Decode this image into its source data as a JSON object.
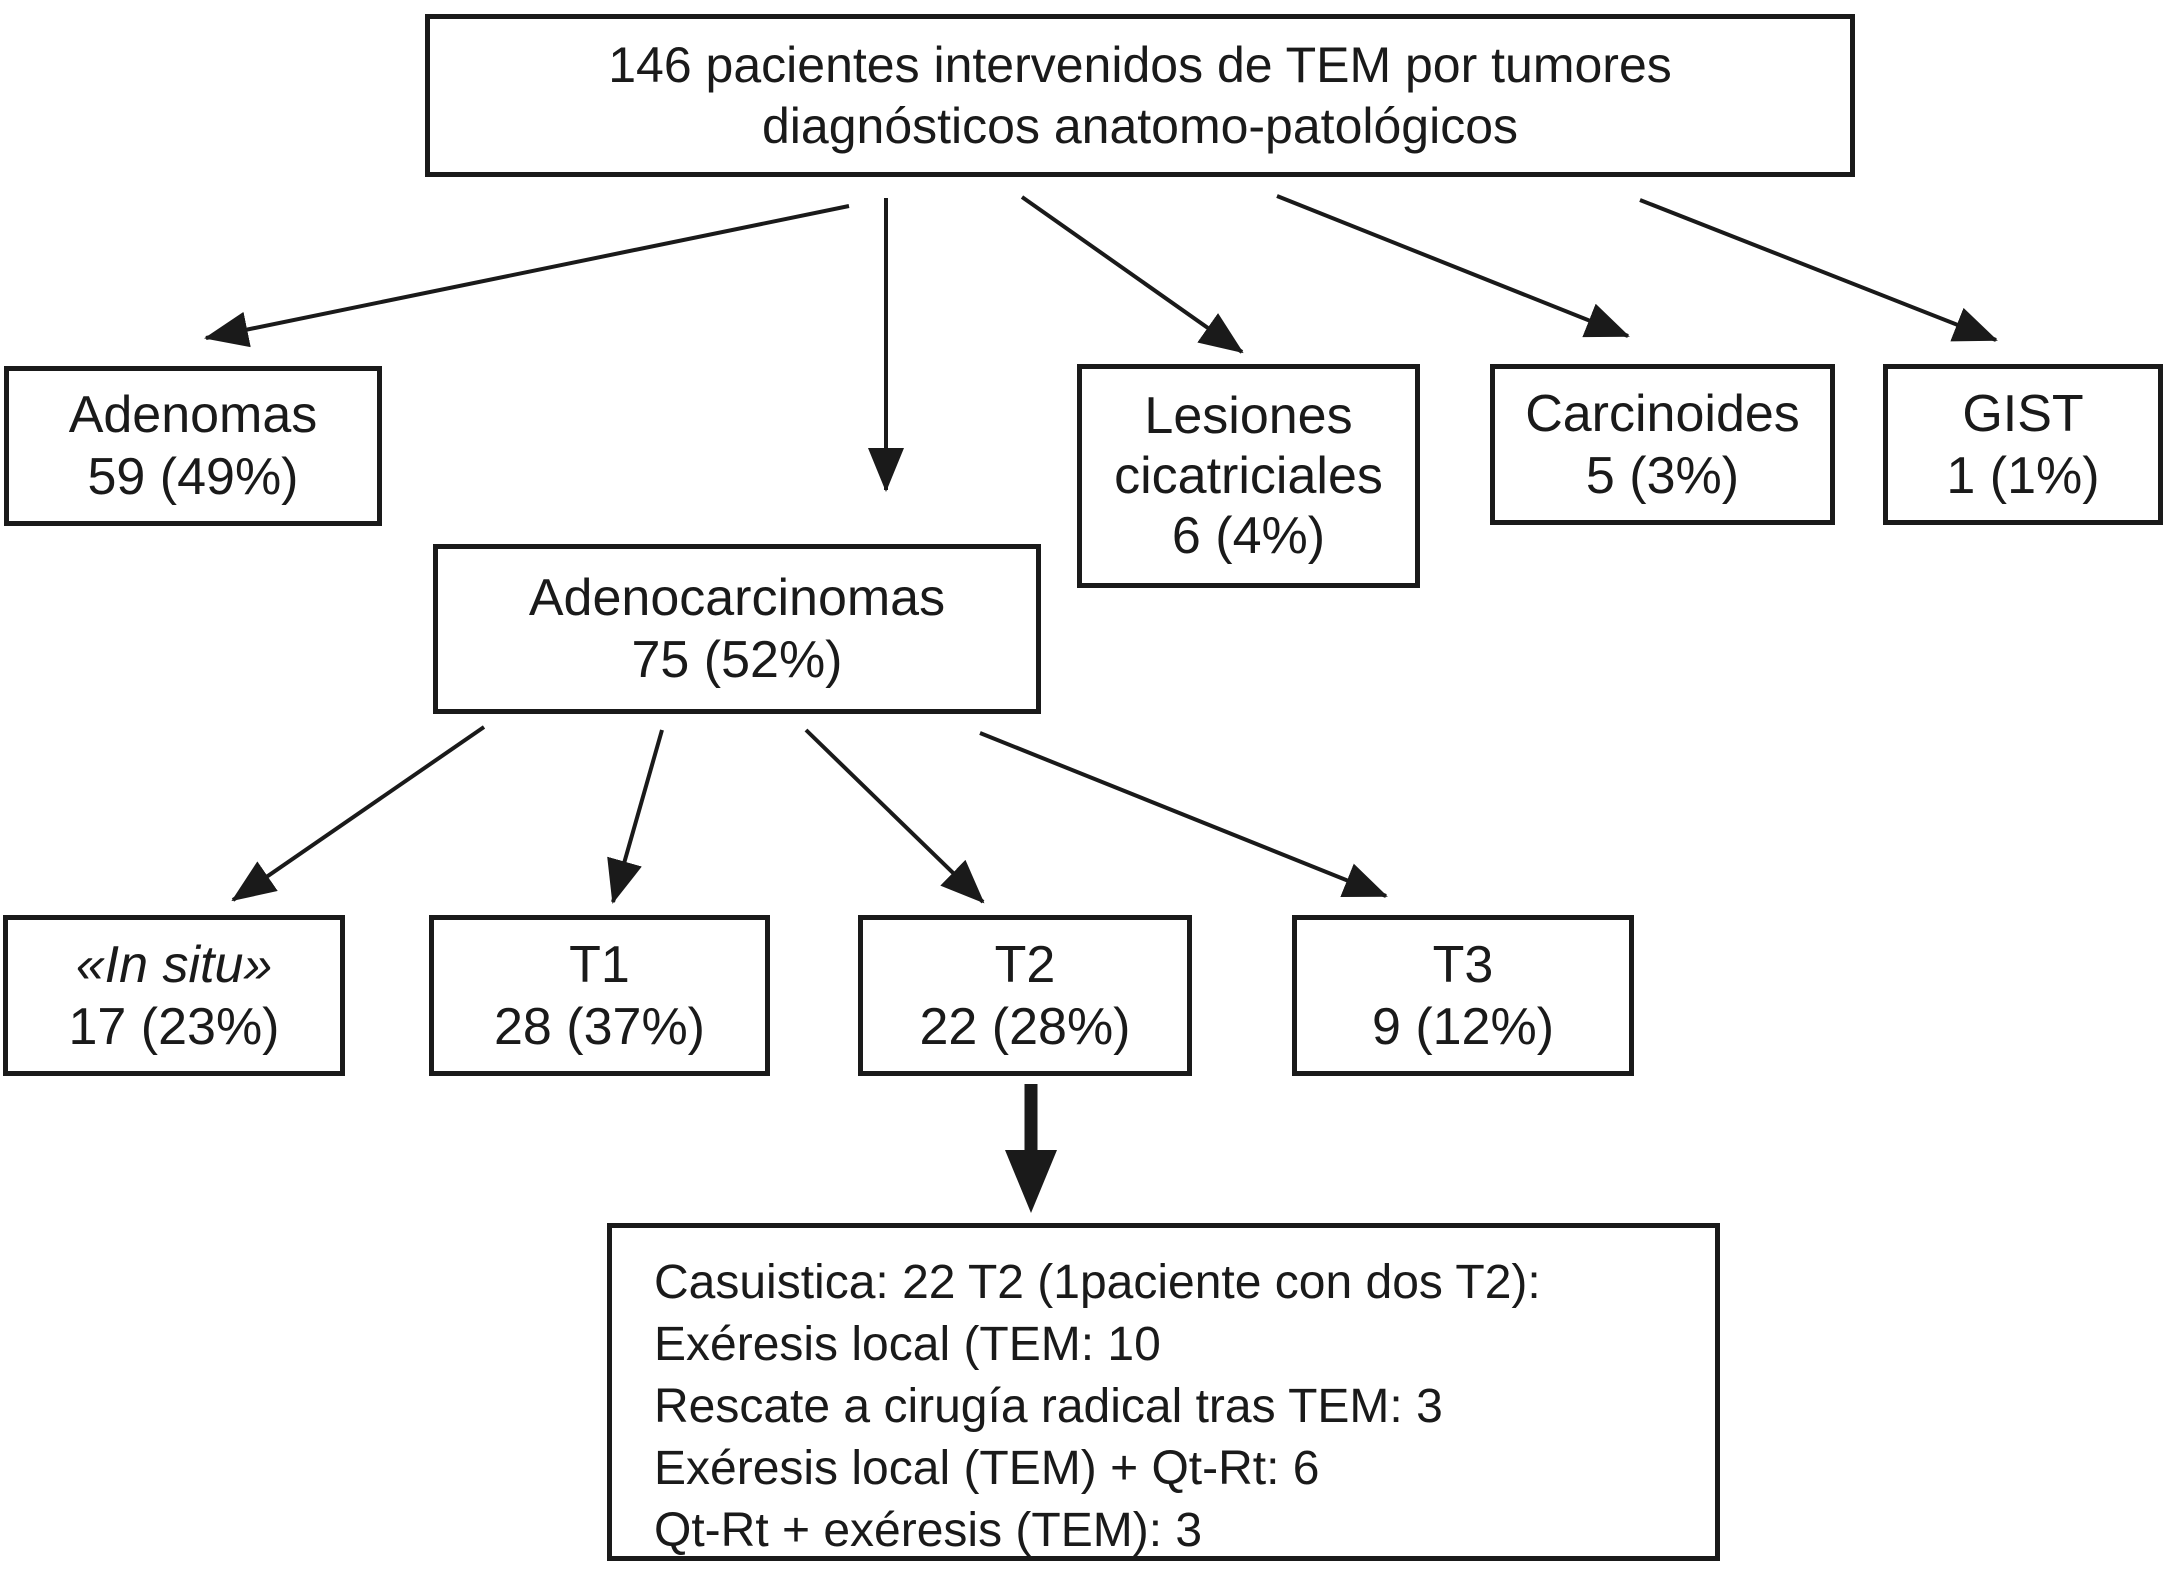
{
  "palette": {
    "ink": "#1a1a1a",
    "paper": "#ffffff"
  },
  "flowchart": {
    "root": {
      "line1": "146 pacientes intervenidos de TEM por tumores",
      "line2": "diagnósticos anatomo-patológicos"
    },
    "adenomas": {
      "label": "Adenomas",
      "count": "59 (49%)"
    },
    "adenocarcinomas": {
      "label": "Adenocarcinomas",
      "count": "75 (52%)"
    },
    "lesiones": {
      "line1": "Lesiones",
      "line2": "cicatriciales",
      "count": "6 (4%)"
    },
    "carcinoides": {
      "label": "Carcinoides",
      "count": "5 (3%)"
    },
    "gist": {
      "label": "GIST",
      "count": "1 (1%)"
    },
    "insitu": {
      "label": "«In situ»",
      "count": "17 (23%)"
    },
    "t1": {
      "label": "T1",
      "count": "28 (37%)"
    },
    "t2": {
      "label": "T2",
      "count": "22 (28%)"
    },
    "t3": {
      "label": "T3",
      "count": "9 (12%)"
    },
    "casuistica": {
      "line1": "Casuistica: 22 T2 (1paciente con dos T2):",
      "line2": "Exéresis local (TEM: 10",
      "line3": "Rescate a cirugía radical tras TEM: 3",
      "line4": "Exéresis local (TEM) + Qt-Rt: 6",
      "line5": "Qt-Rt + exéresis (TEM): 3"
    }
  }
}
